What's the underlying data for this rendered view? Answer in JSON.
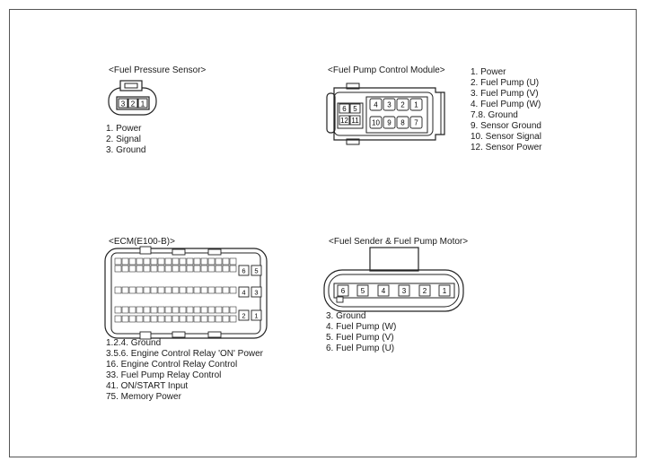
{
  "connectors": {
    "fuel_pressure_sensor": {
      "title": "<Fuel Pressure Sensor>",
      "pins": [
        "3",
        "2",
        "1"
      ],
      "legend": [
        "1. Power",
        "2. Signal",
        "3. Ground"
      ]
    },
    "fuel_pump_control_module": {
      "title": "<Fuel Pump Control Module>",
      "pins_top": [
        "4",
        "3",
        "2",
        "1"
      ],
      "pins_bottom": [
        "10",
        "9",
        "8",
        "7"
      ],
      "pins_left_top": [
        "6",
        "5"
      ],
      "pins_left_bottom": [
        "12",
        "11"
      ],
      "legend": [
        "1. Power",
        "2. Fuel Pump (U)",
        "3. Fuel Pump (V)",
        "4. Fuel Pump (W)",
        "7.8. Ground",
        "9. Sensor Ground",
        "10. Sensor Signal",
        "12. Sensor Power"
      ]
    },
    "ecm": {
      "title": "<ECM(E100-B)>",
      "side_pins": [
        "6",
        "5",
        "4",
        "3",
        "2",
        "1"
      ],
      "legend": [
        "1.2.4. Ground",
        "3.5.6. Engine Control Relay 'ON' Power",
        "16. Engine Control Relay Control",
        "33. Fuel Pump Relay Control",
        "41. ON/START Input",
        "75. Memory Power"
      ]
    },
    "fuel_sender_pump_motor": {
      "title": "<Fuel Sender & Fuel Pump Motor>",
      "pins": [
        "6",
        "5",
        "4",
        "3",
        "2",
        "1"
      ],
      "legend": [
        "3. Ground",
        "4. Fuel Pump (W)",
        "5. Fuel Pump (V)",
        "6. Fuel Pump (U)"
      ]
    }
  },
  "colors": {
    "line": "#222222",
    "border": "#555555"
  }
}
